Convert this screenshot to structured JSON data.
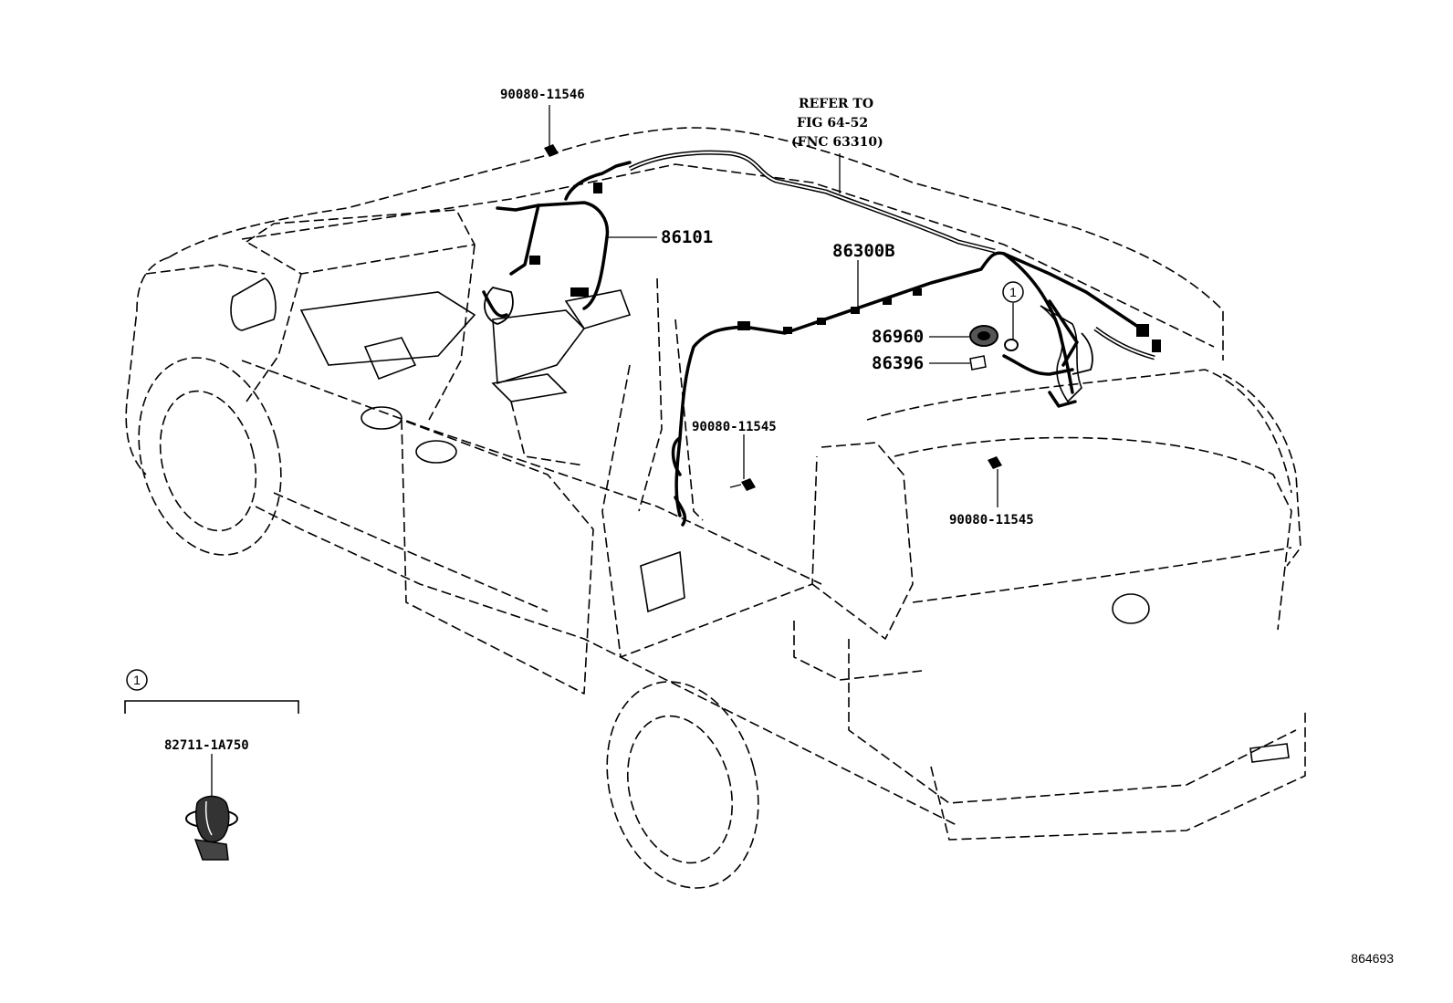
{
  "parts": {
    "bolt_top": "90080-11546",
    "harness_front": "86101",
    "refer_line1": "REFER TO",
    "refer_line2": "FIG 64-52",
    "refer_line3": "(FNC 63310)",
    "harness_roof": "86300B",
    "speaker_part": "86960",
    "clamp_part": "86396",
    "bolt_mid": "90080-11545",
    "bolt_rear": "90080-11545",
    "callout_num": "1",
    "detail_num": "1",
    "detail_part": "82711-1A750"
  },
  "diagram_id": "864693"
}
